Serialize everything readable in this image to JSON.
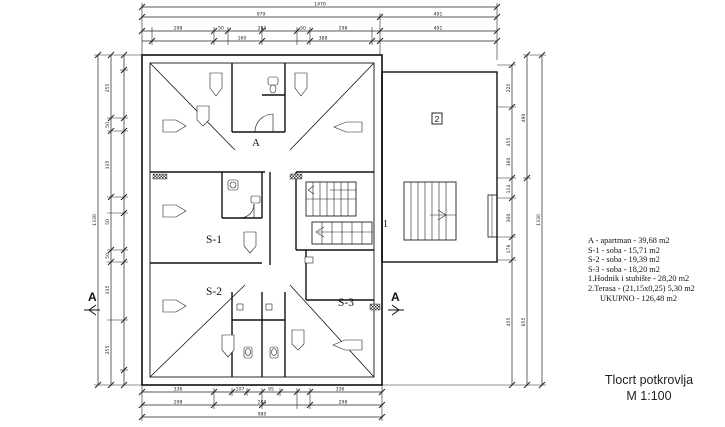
{
  "rooms": {
    "A": "A",
    "S1": "S-1",
    "S2": "S-2",
    "S3": "S-3",
    "stair": "1",
    "terrace": "2"
  },
  "section_marks": {
    "left": "A",
    "right": "A"
  },
  "dimensions": {
    "top_total": "1470",
    "top_part_1": "979",
    "top_part_2": "491",
    "top_seg": [
      "298",
      "50",
      "283",
      "50",
      "298",
      "491"
    ],
    "top_seg_small": [
      "160",
      "388"
    ],
    "bottom_seg": [
      "336",
      "107",
      "95",
      "336"
    ],
    "bottom_seg_2": [
      "298",
      "283",
      "298"
    ],
    "bottom_total": "980",
    "left_seg": [
      "255",
      "50",
      "335",
      "50",
      "335",
      "50",
      "255"
    ],
    "left_total": "1330",
    "right_seg": [
      "225",
      "455",
      "360",
      "114",
      "300",
      "176",
      "455"
    ],
    "right_total": "1330",
    "right_inner": [
      "490",
      "655"
    ]
  },
  "legend": [
    "A - apartman - 39,68 m2",
    "S-1 - soba - 15,71 m2",
    "S-2 - soba - 19,39 m2",
    "S-3 - soba - 18,20 m2",
    "1.Hodnik i stubište - 28,20 m2",
    "2.Terasa - (21,15x0,25) 5,30 m2"
  ],
  "total": "UKUPNO - 126,48 m2",
  "title": "Tlocrt potkrovlja",
  "scale": "M 1:100"
}
